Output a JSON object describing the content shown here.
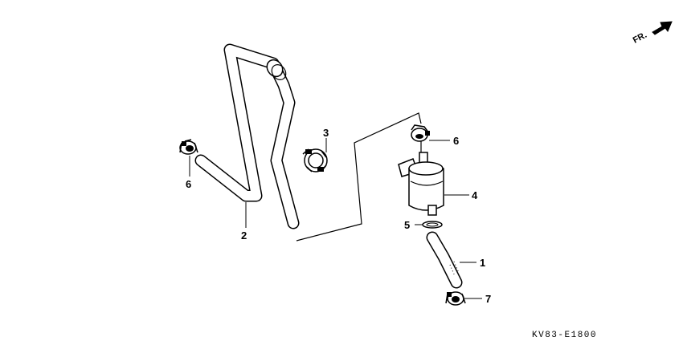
{
  "direction_indicator": {
    "label": "FR."
  },
  "callouts": [
    {
      "id": "hose-short",
      "number": "1"
    },
    {
      "id": "hose-long",
      "number": "2"
    },
    {
      "id": "hose-clamp",
      "number": "3"
    },
    {
      "id": "fuel-filter",
      "number": "4"
    },
    {
      "id": "o-ring",
      "number": "5"
    },
    {
      "id": "clip-left",
      "number": "6"
    },
    {
      "id": "clip-top",
      "number": "6"
    },
    {
      "id": "clip-bottom",
      "number": "7"
    }
  ],
  "diagram_code": "KV83-E1800"
}
